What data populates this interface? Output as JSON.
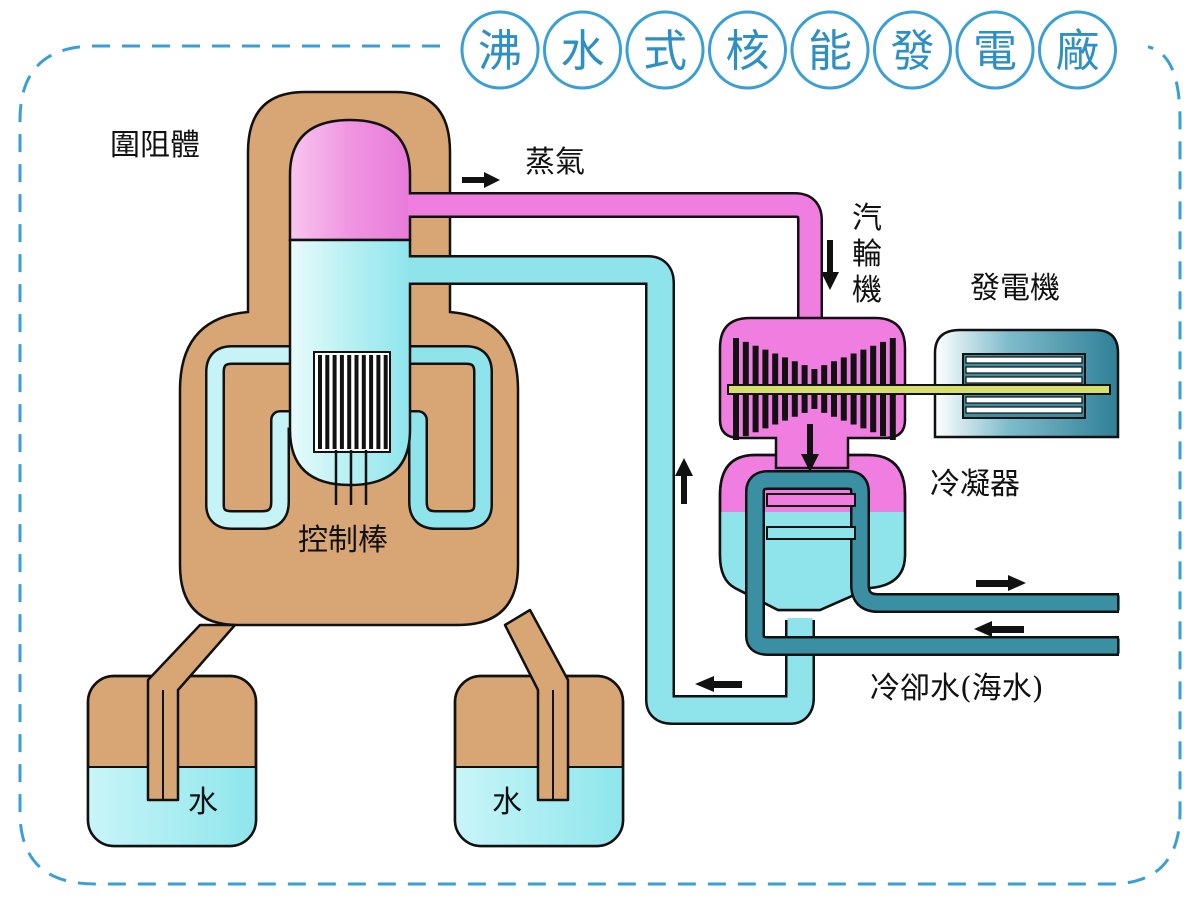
{
  "title": "沸水式核能發電廠",
  "labels": {
    "containment": "圍阻體",
    "steam": "蒸氣",
    "turbine": "汽輪機",
    "generator": "發電機",
    "condenser": "冷凝器",
    "control_rods": "控制棒",
    "cooling_water": "冷卻水(海水)",
    "water_left": "水",
    "water_right": "水"
  },
  "colors": {
    "frame": "#3a9fd4",
    "containment": "#d8a574",
    "steam": "#f07ee0",
    "water": "#8be6ec",
    "seawater": "#3b8fa2",
    "shaft": "#d6df6a"
  }
}
